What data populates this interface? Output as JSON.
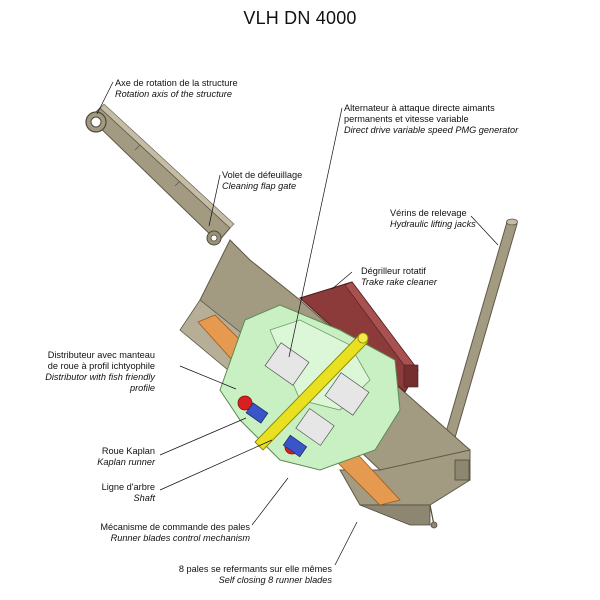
{
  "title": "VLH DN 4000",
  "labels": {
    "rotation_axis": {
      "fr": "Axe de rotation de la structure",
      "en": "Rotation axis of the structure"
    },
    "generator": {
      "fr": [
        "Alternateur à attaque directe aimants",
        "permanents et vitesse variable"
      ],
      "en": "Direct drive variable speed PMG generator"
    },
    "cleaning_flap": {
      "fr": "Volet de défeuillage",
      "en": "Cleaning flap gate"
    },
    "lifting_jacks": {
      "fr": "Vérins de relevage",
      "en": "Hydraulic lifting jacks"
    },
    "trash_rake": {
      "fr": "Dégrilleur rotatif",
      "en": "Trake rake cleaner"
    },
    "distributor": {
      "fr": [
        "Distributeur avec manteau",
        "de roue à profil ichtyophile"
      ],
      "en": [
        "Distributor with fish friendly",
        "profile"
      ]
    },
    "kaplan_runner": {
      "fr": "Roue Kaplan",
      "en": "Kaplan runner"
    },
    "shaft": {
      "fr": "Ligne d'arbre",
      "en": "Shaft"
    },
    "blade_mechanism": {
      "fr": "Mécanisme de commande des pales",
      "en": "Runner blades control mechanism"
    },
    "runner_blades": {
      "fr": "8 pales se refermants sur elle mêmes",
      "en": "Self closing 8 runner blades"
    }
  },
  "colors": {
    "frame": "#a39a82",
    "frame_dark": "#6f6857",
    "generator_body": "#c9f0c2",
    "rake_red": "#8d3a3a",
    "shaft_yellow": "#e8e020",
    "orange": "#e59a50",
    "blue": "#3a55c8",
    "red": "#d92020"
  }
}
